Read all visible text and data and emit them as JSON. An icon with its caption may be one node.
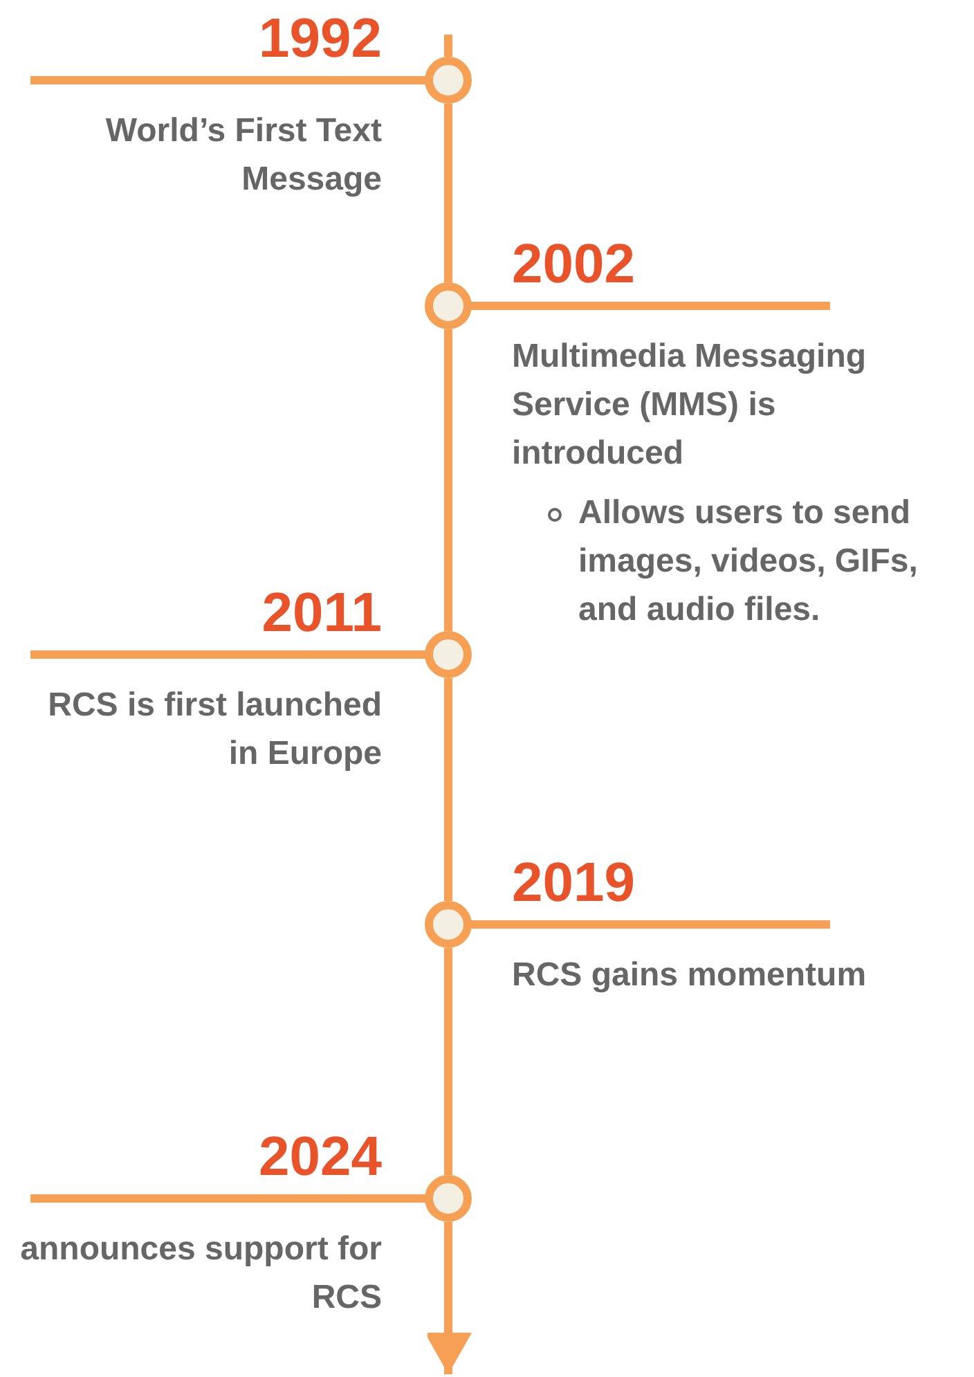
{
  "diagram": {
    "nodes": [
      {
        "text": [
          "1992",
          "World’s First Text Message"
        ]
      },
      {
        "text": [
          "2002",
          "Multimedia Messaging Service (MMS) is introduced",
          "Allows users to send images, videos, GIFs, and audio files."
        ]
      },
      {
        "text": [
          "2011",
          "RCS is first launched in Europe"
        ]
      },
      {
        "text": [
          "2019",
          "RCS gains momentum"
        ]
      },
      {
        "text": [
          "2024",
          "announces support for RCS"
        ]
      },
      {
        "text": [],
        "shape": "circle"
      },
      {
        "text": [],
        "shape": "circle"
      },
      {
        "text": [],
        "shape": "circle"
      },
      {
        "text": [],
        "shape": "circle"
      },
      {
        "text": [],
        "shape": "circle"
      }
    ],
    "edges": [
      {
        "from": null,
        "to": 5,
        "arrow": "none"
      },
      {
        "from": 5,
        "to": 6,
        "arrow": "none"
      },
      {
        "from": 6,
        "to": 7,
        "arrow": "none"
      },
      {
        "from": 7,
        "to": 8,
        "arrow": "none"
      },
      {
        "from": 8,
        "to": 9,
        "arrow": "none"
      },
      {
        "from": 9,
        "to": null,
        "arrow": "to"
      },
      {
        "from": 5,
        "to": 0,
        "arrow": "none"
      },
      {
        "from": 6,
        "to": 1,
        "arrow": "none"
      },
      {
        "from": 7,
        "to": 2,
        "arrow": "none"
      },
      {
        "from": 8,
        "to": 3,
        "arrow": "none"
      },
      {
        "from": 9,
        "to": 4,
        "arrow": "none"
      }
    ]
  }
}
